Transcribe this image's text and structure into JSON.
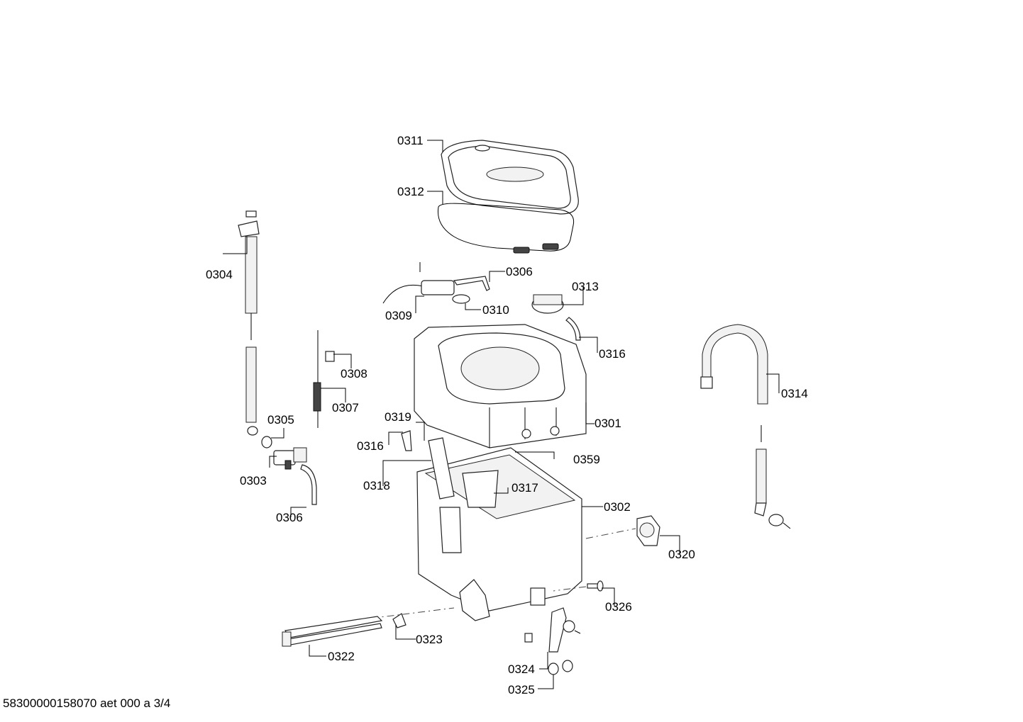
{
  "diagram": {
    "parts": [
      {
        "id": "p0311",
        "label": "0311"
      },
      {
        "id": "p0312",
        "label": "0312"
      },
      {
        "id": "p0304",
        "label": "0304"
      },
      {
        "id": "p0306a",
        "label": "0306"
      },
      {
        "id": "p0313",
        "label": "0313"
      },
      {
        "id": "p0309",
        "label": "0309"
      },
      {
        "id": "p0310",
        "label": "0310"
      },
      {
        "id": "p0316a",
        "label": "0316"
      },
      {
        "id": "p0308",
        "label": "0308"
      },
      {
        "id": "p0314",
        "label": "0314"
      },
      {
        "id": "p0307",
        "label": "0307"
      },
      {
        "id": "p0319",
        "label": "0319"
      },
      {
        "id": "p0305",
        "label": "0305"
      },
      {
        "id": "p0301",
        "label": "0301"
      },
      {
        "id": "p0316b",
        "label": "0316"
      },
      {
        "id": "p0359",
        "label": "0359"
      },
      {
        "id": "p0303",
        "label": "0303"
      },
      {
        "id": "p0318",
        "label": "0318"
      },
      {
        "id": "p0317",
        "label": "0317"
      },
      {
        "id": "p0302",
        "label": "0302"
      },
      {
        "id": "p0306b",
        "label": "0306"
      },
      {
        "id": "p0320",
        "label": "0320"
      },
      {
        "id": "p0326",
        "label": "0326"
      },
      {
        "id": "p0323",
        "label": "0323"
      },
      {
        "id": "p0322",
        "label": "0322"
      },
      {
        "id": "p0324",
        "label": "0324"
      },
      {
        "id": "p0325",
        "label": "0325"
      }
    ],
    "footer": "58300000158070 aet 000 a 3/4"
  }
}
